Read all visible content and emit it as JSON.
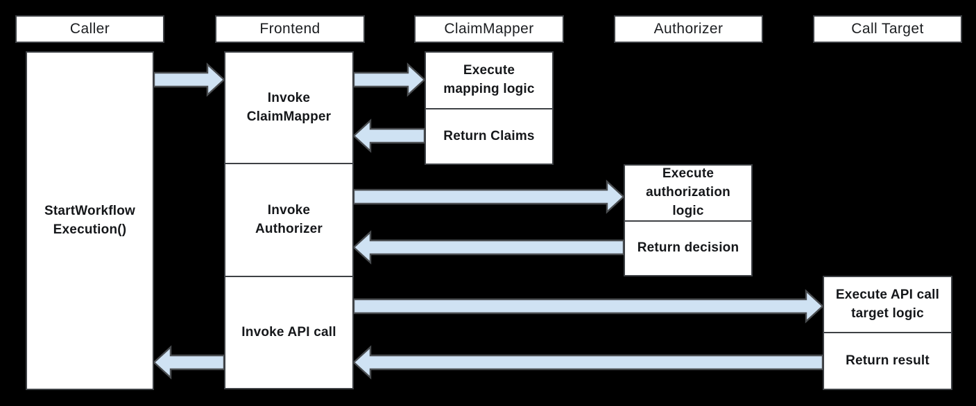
{
  "colors": {
    "background": "#000000",
    "box_fill": "#ffffff",
    "box_border": "#3e4145",
    "arrow_fill": "#cfe2f3",
    "arrow_border": "#4a4d50",
    "text": "#15171a"
  },
  "lanes": [
    {
      "header": "Caller",
      "boxes": [
        {
          "label": "StartWorkflow\nExecution()"
        }
      ]
    },
    {
      "header": "Frontend",
      "boxes": [
        {
          "label": "Invoke\nClaimMapper"
        },
        {
          "label": "Invoke\nAuthorizer"
        },
        {
          "label": "Invoke API call"
        }
      ]
    },
    {
      "header": "ClaimMapper",
      "boxes": [
        {
          "label": "Execute\nmapping logic"
        },
        {
          "label": "Return Claims"
        }
      ]
    },
    {
      "header": "Authorizer",
      "boxes": [
        {
          "label": "Execute\nauthorization\nlogic"
        },
        {
          "label": "Return decision"
        }
      ]
    },
    {
      "header": "Call Target",
      "boxes": [
        {
          "label": "Execute API call\ntarget logic"
        },
        {
          "label": "Return result"
        }
      ]
    }
  ],
  "arrows": [
    {
      "from": "Caller",
      "to": "Frontend",
      "direction": "right"
    },
    {
      "from": "Frontend",
      "to": "ClaimMapper",
      "direction": "right"
    },
    {
      "from": "ClaimMapper",
      "to": "Frontend",
      "direction": "left"
    },
    {
      "from": "Frontend",
      "to": "Authorizer",
      "direction": "right"
    },
    {
      "from": "Authorizer",
      "to": "Frontend",
      "direction": "left"
    },
    {
      "from": "Frontend",
      "to": "Call Target",
      "direction": "right"
    },
    {
      "from": "Call Target",
      "to": "Frontend",
      "direction": "left"
    },
    {
      "from": "Frontend",
      "to": "Caller",
      "direction": "left"
    }
  ]
}
